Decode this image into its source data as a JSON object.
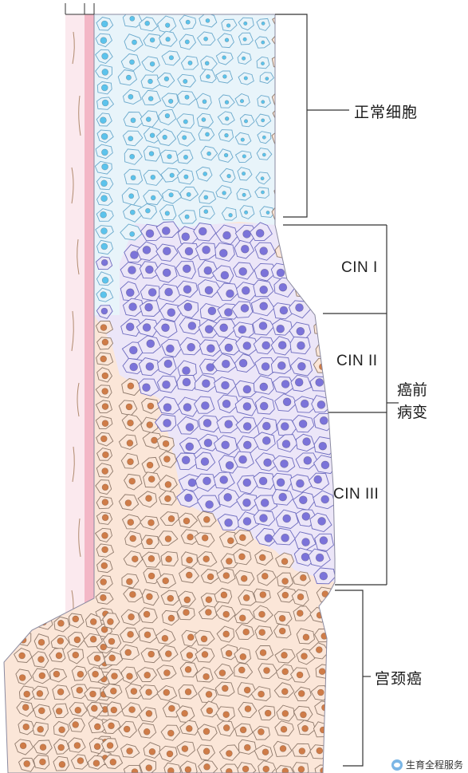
{
  "labels": {
    "normal": "正常细胞",
    "cin1": "CIN I",
    "cin2": "CIN II",
    "cin3": "CIN III",
    "precancer_line1": "癌前",
    "precancer_line2": "病变",
    "cancer": "宫颈癌"
  },
  "watermark": {
    "text": "生育全程服务",
    "icon": "chat-bubble-icon"
  },
  "colors": {
    "normal_fill": "#e8f4fa",
    "normal_stroke": "#6aa9cc",
    "normal_nucleus": "#5cc3ec",
    "cin_fill": "#ece6f8",
    "cin_stroke": "#6d6bbf",
    "cin_nucleus": "#7b73d9",
    "cancer_fill": "#fbe6d8",
    "cancer_stroke": "#8f7a6c",
    "cancer_nucleus": "#cf7c48",
    "basement": "#f6c9d4",
    "stroma": "#fbe8ec",
    "bracket": "#333333"
  }
}
